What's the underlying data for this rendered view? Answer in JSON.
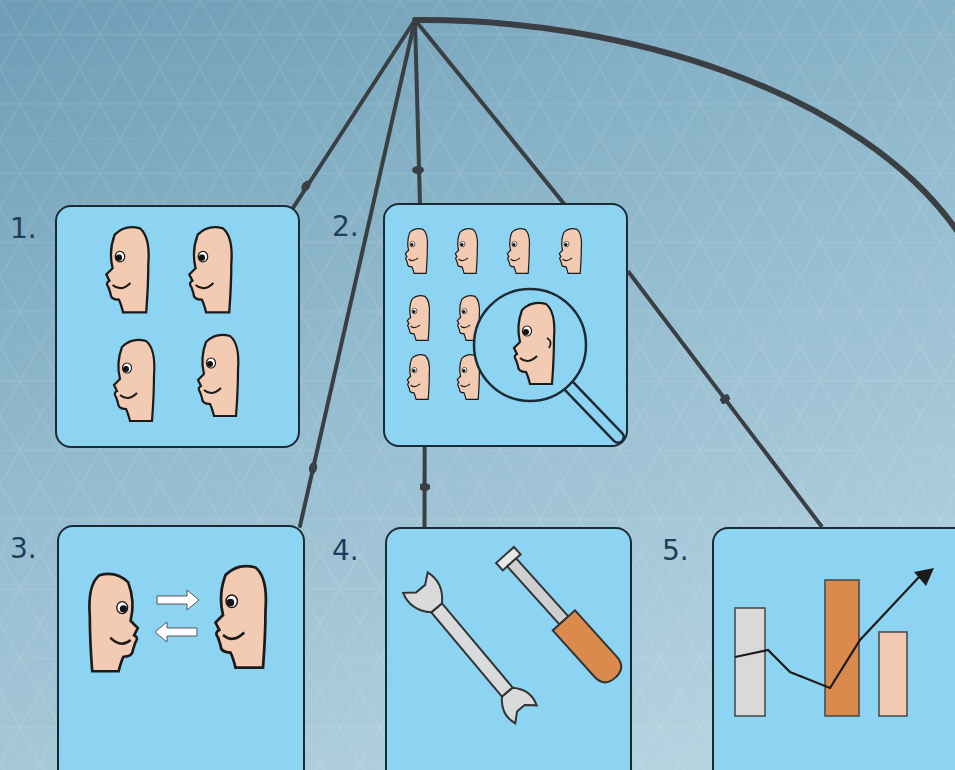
{
  "diagram": {
    "nodes": [
      {
        "text": [
          "1."
        ]
      },
      {
        "text": [
          "2."
        ]
      },
      {
        "text": [
          "3."
        ]
      },
      {
        "text": [
          "4."
        ]
      },
      {
        "text": [
          "5."
        ]
      }
    ],
    "edges": [
      {
        "from": 1,
        "to": 3,
        "arrow": "none"
      },
      {
        "from": 1,
        "to": 4,
        "arrow": "none"
      }
    ]
  }
}
